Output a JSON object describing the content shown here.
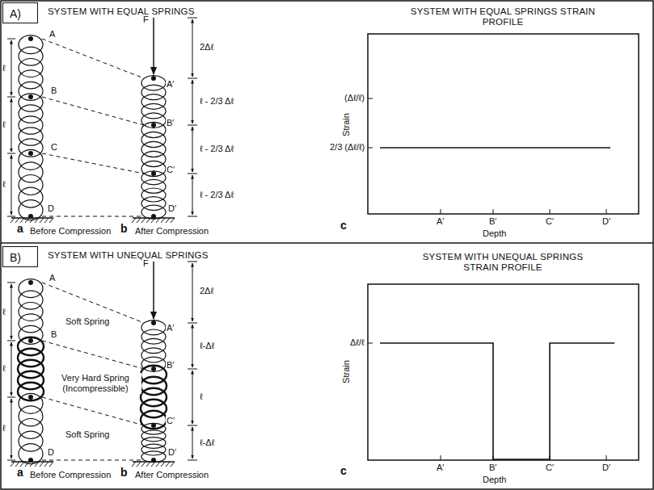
{
  "diagram": {
    "nodes": [
      {
        "text": [
          "A)"
        ]
      },
      {
        "text": [
          "B)"
        ]
      }
    ],
    "labels": [
      "SYSTEM WITH EQUAL SPRINGS",
      "A",
      "B",
      "C",
      "D",
      "ℓ",
      "ℓ",
      "ℓ",
      "a",
      "Before Compression",
      "F",
      "2Δℓ",
      "A′",
      "B′",
      "C′",
      "D′",
      "ℓ - 2/3 Δℓ",
      "ℓ - 2/3 Δℓ",
      "ℓ - 2/3 Δℓ",
      "b",
      "After Compression",
      "SYSTEM WITH EQUAL SPRINGS STRAIN PROFILE",
      "Strain",
      "(Δℓ/ℓ)",
      "2/3 (Δℓ/ℓ)",
      "c",
      "A′",
      "B′",
      "C′",
      "D′",
      "Depth",
      "SYSTEM WITH UNEQUAL SPRINGS",
      "A",
      "B",
      "C",
      "D",
      "ℓ",
      "ℓ",
      "ℓ",
      "Soft Spring",
      "Very Hard Spring (Incompressible)",
      "Soft Spring",
      "a",
      "Before Compression",
      "F",
      "2Δℓ",
      "A′",
      "B′",
      "C′",
      "D′",
      "ℓ-Δℓ",
      "ℓ",
      "ℓ-Δℓ",
      "b",
      "After Compression",
      "SYSTEM WITH UNEQUAL SPRINGS STRAIN PROFILE",
      "Strain",
      "Δℓ/ℓ",
      "c",
      "A′",
      "B′",
      "C′",
      "D′",
      "Depth"
    ]
  }
}
